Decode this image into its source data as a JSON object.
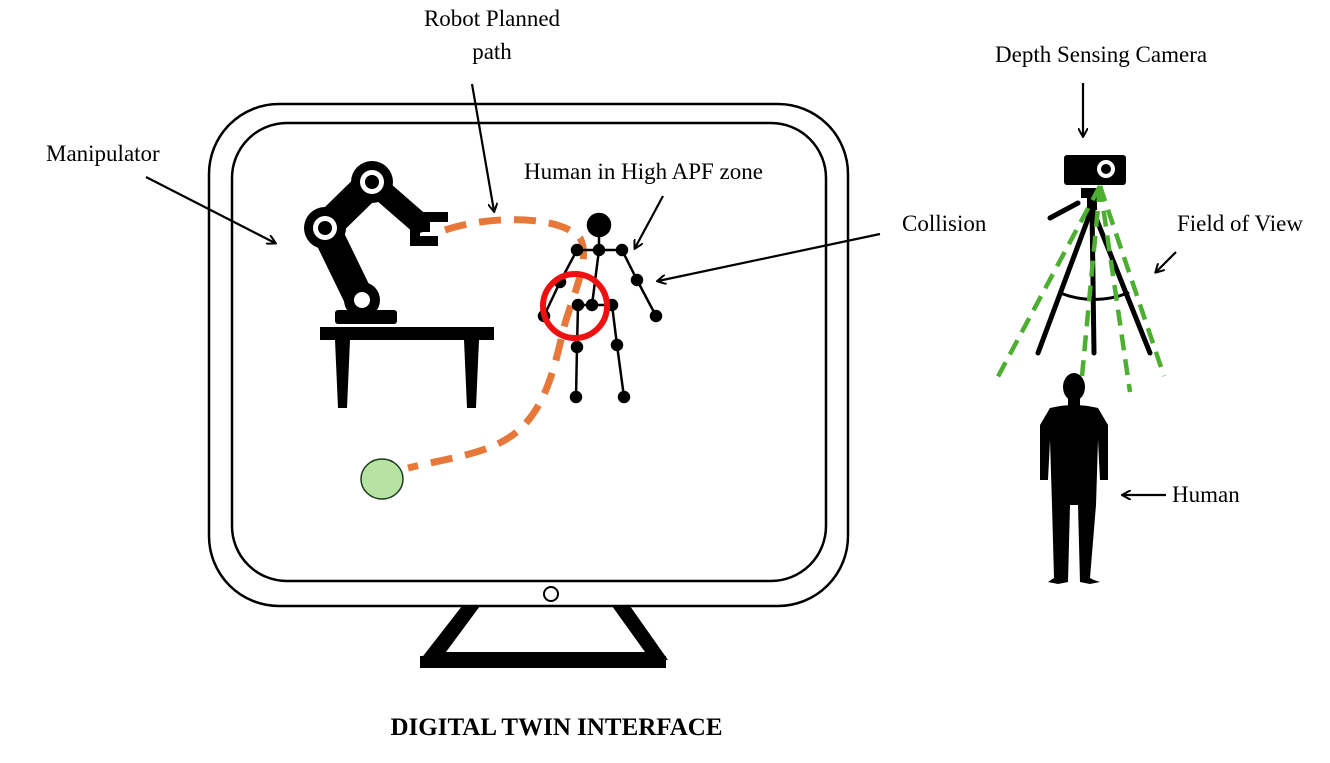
{
  "labels": {
    "robot_path_line1": "Robot Planned",
    "robot_path_line2": "path",
    "manipulator": "Manipulator",
    "human_apf": "Human in High APF zone",
    "collision": "Collision",
    "depth_camera": "Depth Sensing Camera",
    "field_of_view": "Field of View",
    "human": "Human"
  },
  "title": "DIGITAL TWIN INTERFACE",
  "colors": {
    "path": "#e8783a",
    "collision": "#ee1111",
    "goal": "#b6e3a2",
    "fov": "#4caf30",
    "ink": "#000000"
  }
}
